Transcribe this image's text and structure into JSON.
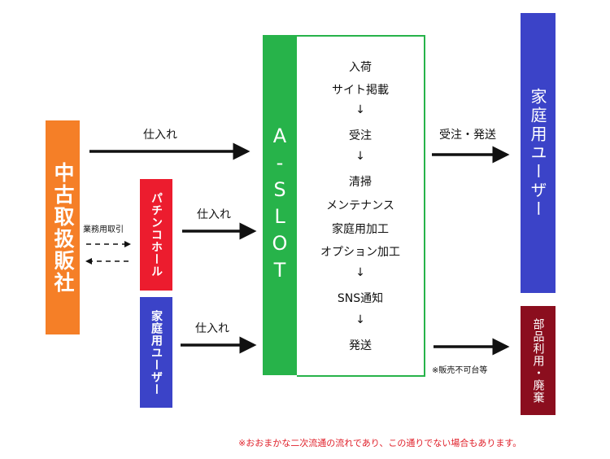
{
  "sources": {
    "dealer": "中古取扱販社",
    "pachinko_hall": "パチンコホール",
    "home_user": "家庭用ユーザー"
  },
  "aslot": {
    "name": "A-SLOT",
    "steps": [
      "入荷",
      "サイト掲載",
      "↓",
      "受注",
      "↓",
      "清掃",
      "メンテナンス",
      "家庭用加工",
      "オプション加工",
      "↓",
      "SNS通知",
      "↓",
      "発送"
    ]
  },
  "destinations": {
    "home_user": "家庭用ユーザー",
    "parts": "部品利用・廃棄"
  },
  "labels": {
    "purchase_1": "仕入れ",
    "purchase_2": "仕入れ",
    "purchase_3": "仕入れ",
    "business_trade": "業務用取引",
    "order_ship": "受注・発送",
    "not_sellable": "※販売不可台等"
  },
  "footnote": "※おおまかな二次流通の流れであり、この通りでない場合もあります。",
  "colors": {
    "dealer": "#f57f27",
    "pachinko": "#ec1c2e",
    "home_blue": "#3b43c8",
    "aslot_green": "#27b34a",
    "parts": "#8b0e1e",
    "footnote": "#e0202a"
  }
}
